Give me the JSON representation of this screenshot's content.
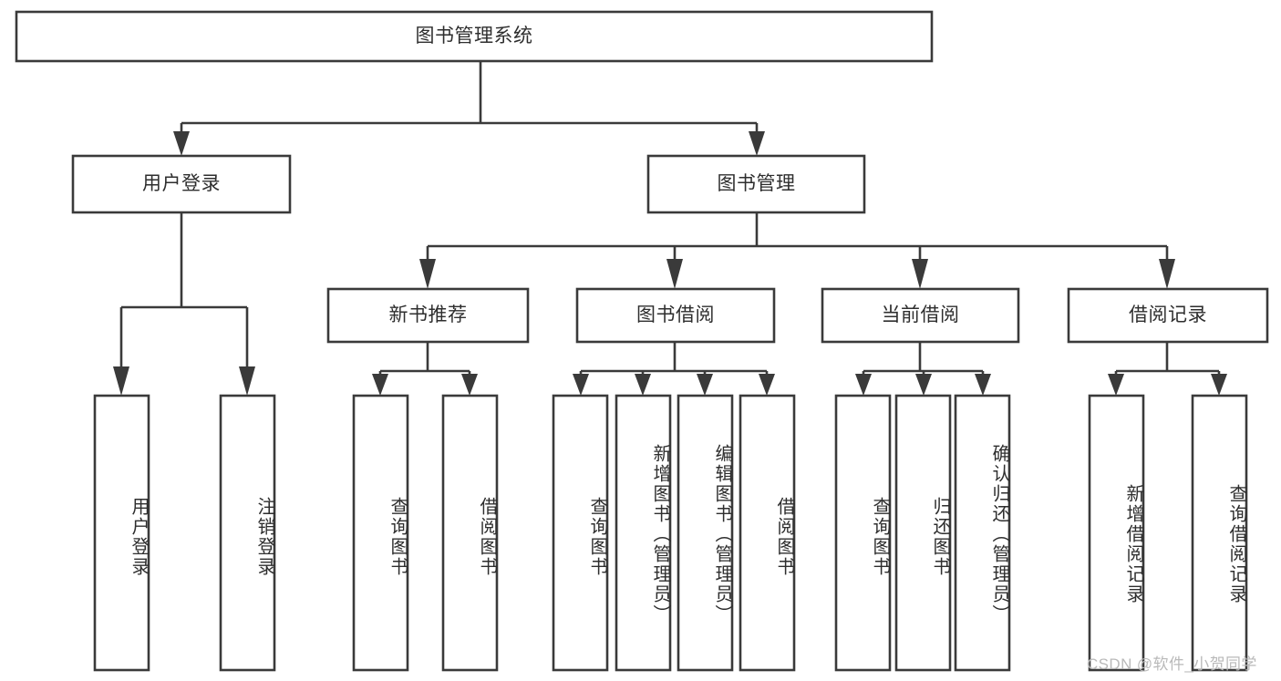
{
  "diagram": {
    "type": "tree-hierarchy-chart",
    "title": "图书管理系统",
    "root": {
      "id": "root",
      "label": "图书管理系统"
    },
    "level2": [
      {
        "id": "user-login",
        "label": "用户登录"
      },
      {
        "id": "book-management",
        "label": "图书管理"
      }
    ],
    "level3": [
      {
        "id": "new-book-recommend",
        "label": "新书推荐",
        "parent": "book-management"
      },
      {
        "id": "book-borrow",
        "label": "图书借阅",
        "parent": "book-management"
      },
      {
        "id": "current-borrow",
        "label": "当前借阅",
        "parent": "book-management"
      },
      {
        "id": "borrow-record",
        "label": "借阅记录",
        "parent": "book-management"
      }
    ],
    "leaves": {
      "user-login": [
        {
          "id": "leaf-user-login",
          "label": "用户登录"
        },
        {
          "id": "leaf-user-logout",
          "label": "注销登录"
        }
      ],
      "new-book-recommend": [
        {
          "id": "leaf-query-book-1",
          "label": "查询图书"
        },
        {
          "id": "leaf-borrow-book-1",
          "label": "借阅图书"
        }
      ],
      "book-borrow": [
        {
          "id": "leaf-query-book-2",
          "label": "查询图书"
        },
        {
          "id": "leaf-add-book",
          "label": "新增图书（管理员）"
        },
        {
          "id": "leaf-edit-book",
          "label": "编辑图书（管理员）"
        },
        {
          "id": "leaf-borrow-book-2",
          "label": "借阅图书"
        }
      ],
      "current-borrow": [
        {
          "id": "leaf-query-book-3",
          "label": "查询图书"
        },
        {
          "id": "leaf-return-book",
          "label": "归还图书"
        },
        {
          "id": "leaf-confirm-return",
          "label": "确认归还（管理员）"
        }
      ],
      "borrow-record": [
        {
          "id": "leaf-add-record",
          "label": "新增借阅记录"
        },
        {
          "id": "leaf-query-record",
          "label": "查询借阅记录"
        }
      ]
    },
    "watermark": "CSDN @软件_小贺同学",
    "colors": {
      "stroke": "#3a3a3a",
      "fill": "#ffffff",
      "text": "#2e2e2e",
      "watermark": "#b9b9b9",
      "background": "#ffffff"
    }
  }
}
